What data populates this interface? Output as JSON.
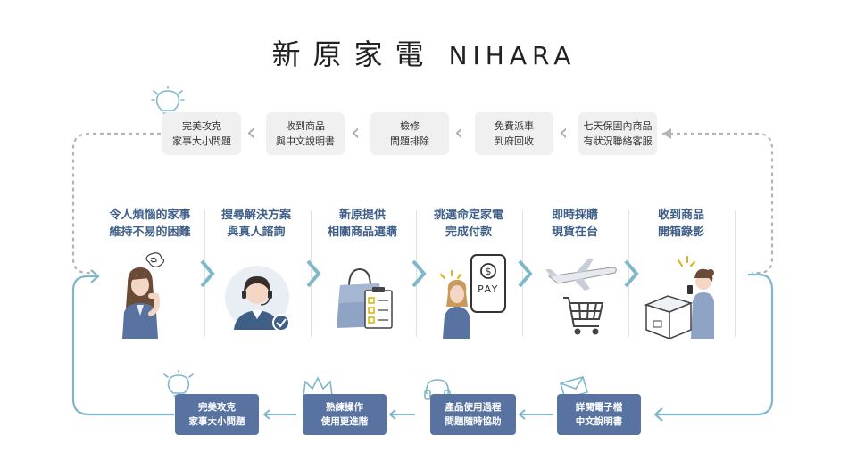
{
  "title": {
    "zh": "新原家電",
    "en": "NIHARA"
  },
  "top_row": [
    {
      "line1": "完美攻克",
      "line2": "家事大小問題"
    },
    {
      "line1": "收到商品",
      "line2": "與中文說明書"
    },
    {
      "line1": "檢修",
      "line2": "問題排除"
    },
    {
      "line1": "免費派車",
      "line2": "到府回收"
    },
    {
      "line1": "七天保固內商品",
      "line2": "有狀況聯絡客服"
    }
  ],
  "steps": [
    {
      "line1": "令人煩惱的家事",
      "line2": "維持不易的困難",
      "icon": "worried-woman-icon"
    },
    {
      "line1": "搜尋解決方案",
      "line2": "與真人諮詢",
      "icon": "support-agent-icon"
    },
    {
      "line1": "新原提供",
      "line2": "相關商品選購",
      "icon": "shopping-bag-checklist-icon"
    },
    {
      "line1": "挑選命定家電",
      "line2": "完成付款",
      "icon": "phone-pay-icon",
      "pay_label": "PAY"
    },
    {
      "line1": "即時採購",
      "line2": "現貨在台",
      "icon": "airplane-cart-icon"
    },
    {
      "line1": "收到商品",
      "line2": "開箱錄影",
      "icon": "unboxing-icon"
    }
  ],
  "bottom_row": [
    {
      "line1": "完美攻克",
      "line2": "家事大小問題",
      "icon": "lightbulb-icon"
    },
    {
      "line1": "熟練操作",
      "line2": "使用更進階",
      "icon": "crown-icon"
    },
    {
      "line1": "產品使用過程",
      "line2": "問題隨時協助",
      "icon": "headset-icon"
    },
    {
      "line1": "詳閱電子檔",
      "line2": "中文說明書",
      "icon": "envelope-icon"
    }
  ],
  "colors": {
    "navy": "#3f5f87",
    "box_blue": "#5873a0",
    "arrow_teal": "#7fb8cc",
    "gray_box": "#f0f0f0",
    "dotted": "#b5b5b5"
  }
}
